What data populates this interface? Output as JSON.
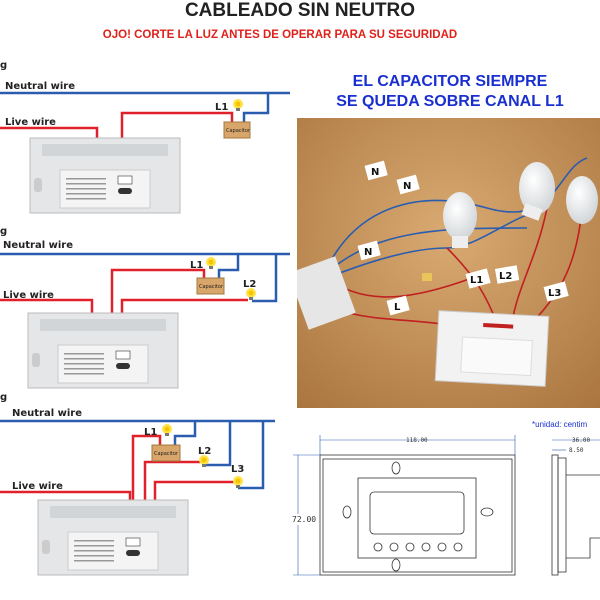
{
  "header": {
    "title": "CABLEADO SIN NEUTRO",
    "warning": "OJO! CORTE LA LUZ ANTES DE OPERAR PARA SU SEGURIDAD"
  },
  "note": {
    "line1": "EL CAPACITOR SIEMPRE",
    "line2": "SE QUEDA SOBRE CANAL L1"
  },
  "diagrams": [
    {
      "gang_fragment": "g",
      "neutral_label": "Neutral wire",
      "live_label": "Live wire",
      "capacitor_label": "Capacitor",
      "loads": [
        "L1"
      ]
    },
    {
      "gang_fragment": "g",
      "neutral_label": "Neutral wire",
      "live_label": "Live wire",
      "capacitor_label": "Capacitor",
      "loads": [
        "L1",
        "L2"
      ]
    },
    {
      "gang_fragment": "g",
      "neutral_label": "Neutral wire",
      "live_label": "Live wire",
      "capacitor_label": "Capacitor",
      "loads": [
        "L1",
        "L2",
        "L3"
      ]
    }
  ],
  "photo": {
    "tags": [
      "N",
      "N",
      "N",
      "L1",
      "L2",
      "L3",
      "L"
    ]
  },
  "dimensions": {
    "unit_note": "*unidad: centim",
    "width": "118.00",
    "height": "72.00",
    "depth": "36.00",
    "plate": "8.50"
  },
  "colors": {
    "neutral": "#2a5db0",
    "live": "#e0202a",
    "warning": "#e0201a",
    "note": "#1a2fd0"
  }
}
